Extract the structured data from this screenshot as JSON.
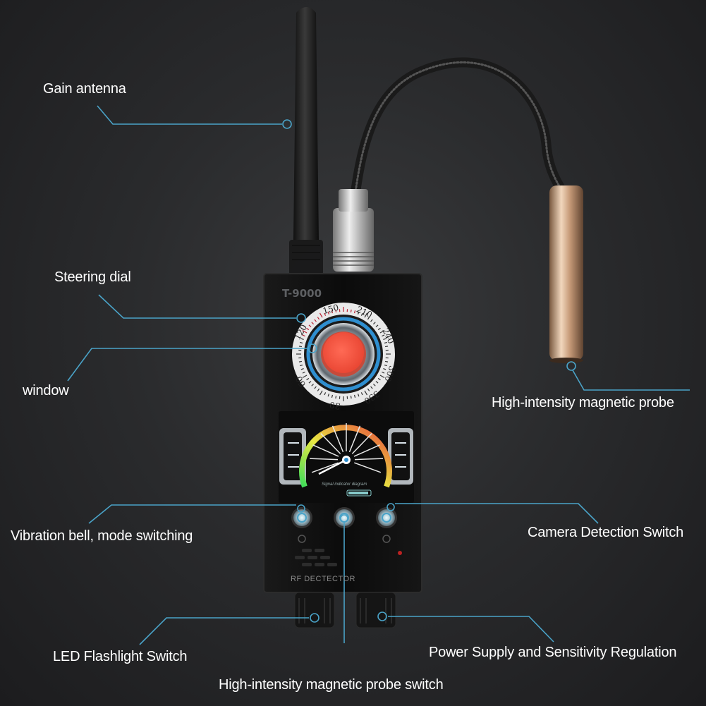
{
  "labels": {
    "gain_antenna": "Gain antenna",
    "steering_dial": "Steering dial",
    "window": "window",
    "magnetic_probe": "High-intensity magnetic probe",
    "vibration_bell": "Vibration bell, mode switching",
    "camera_switch": "Camera Detection Switch",
    "led_switch": "LED Flashlight Switch",
    "power_supply": "Power Supply and Sensitivity Regulation",
    "probe_switch": "High-intensity magnetic probe switch"
  },
  "device": {
    "model": "T-9000",
    "bottom_text": "RF DECTECTOR",
    "screen_caption": "Signal indicator diagram",
    "dial_numbers": [
      "150",
      "210",
      "240",
      "300",
      "330",
      "30",
      "60",
      "120"
    ]
  },
  "colors": {
    "callout_line": "#4aa3c8",
    "lens": "#ff5a47",
    "ring_blue": "#2f8fd0"
  }
}
